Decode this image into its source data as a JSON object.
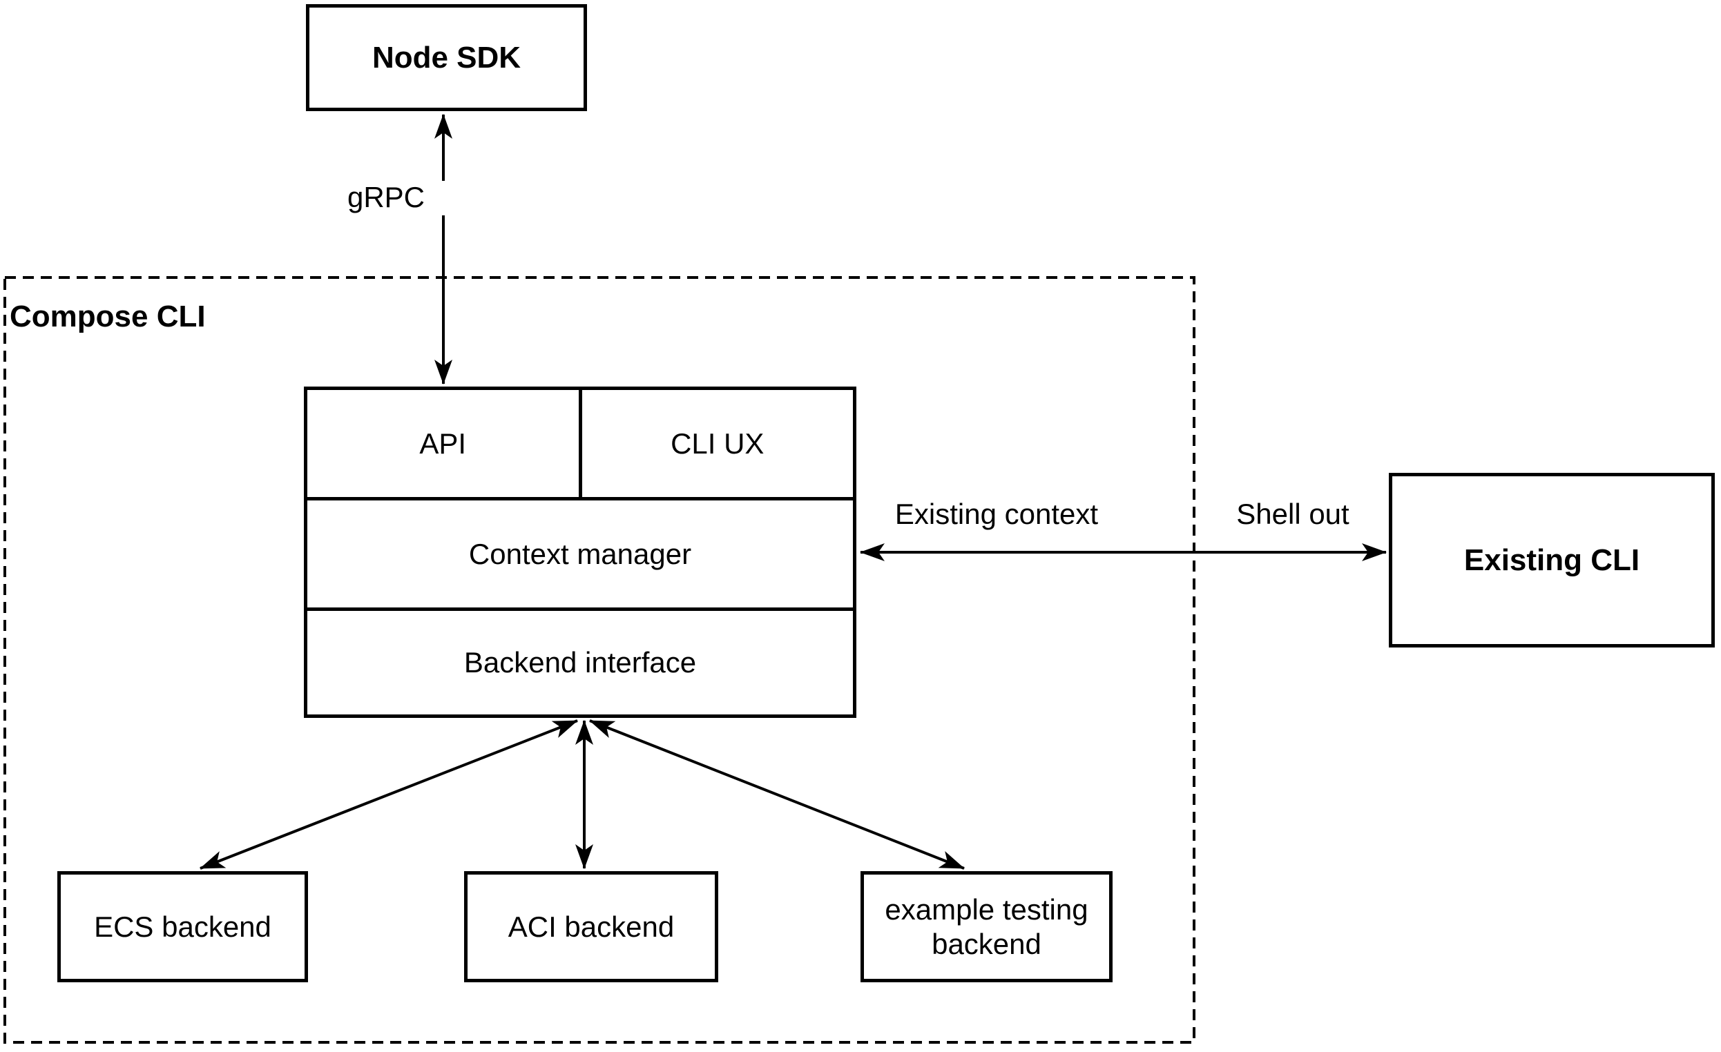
{
  "diagram": {
    "background_color": "#ffffff",
    "stroke_color": "#000000",
    "container": {
      "label": "Compose CLI",
      "border_style": "dashed"
    },
    "nodes": {
      "node_sdk": {
        "label": "Node SDK",
        "style": "bold"
      },
      "api": {
        "label": "API"
      },
      "cli_ux": {
        "label": "CLI UX"
      },
      "context_manager": {
        "label": "Context manager"
      },
      "backend_interface": {
        "label": "Backend interface"
      },
      "existing_cli": {
        "label": "Existing CLI",
        "style": "bold"
      },
      "ecs_backend": {
        "label": "ECS backend"
      },
      "aci_backend": {
        "label": "ACI backend"
      },
      "example_testing_backend": {
        "label": "example testing backend"
      }
    },
    "edges": {
      "grpc": {
        "label": "gRPC",
        "from": "Node SDK",
        "to": "API",
        "direction": "bidirectional"
      },
      "existing_context": {
        "label": "Existing context",
        "from": "Context manager",
        "to": "Existing CLI",
        "direction": "bidirectional"
      },
      "shell_out": {
        "label": "Shell out",
        "from": "Context manager",
        "to": "Existing CLI",
        "direction": "bidirectional"
      },
      "to_ecs_backend": {
        "label": "",
        "from": "Backend interface",
        "to": "ECS backend",
        "direction": "bidirectional"
      },
      "to_aci_backend": {
        "label": "",
        "from": "Backend interface",
        "to": "ACI backend",
        "direction": "bidirectional"
      },
      "to_example_testing_backend": {
        "label": "",
        "from": "Backend interface",
        "to": "example testing backend",
        "direction": "bidirectional"
      }
    }
  }
}
